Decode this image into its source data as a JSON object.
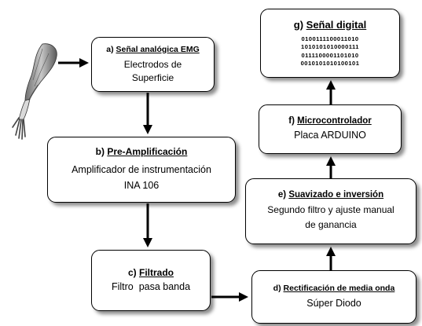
{
  "boxes": {
    "a": {
      "letter": "a)",
      "title": "Señal analógica EMG",
      "lines": [
        "Electrodos de",
        "Superficie"
      ]
    },
    "b": {
      "letter": "b)",
      "title": "Pre-Amplificación",
      "lines": [
        "Amplificador de instrumentación",
        "INA 106"
      ]
    },
    "c": {
      "letter": "c)",
      "title": "Filtrado",
      "lines": [
        "Filtro  pasa banda"
      ]
    },
    "d": {
      "letter": "d)",
      "title": "Rectificación de media onda",
      "lines": [
        "Súper Diodo"
      ]
    },
    "e": {
      "letter": "e)",
      "title": "Suavizado e inversión",
      "lines": [
        "Segundo filtro y ajuste manual",
        "de ganancia"
      ]
    },
    "f": {
      "letter": "f)",
      "title": "Microcontrolador",
      "lines": [
        "Placa ARDUINO"
      ]
    },
    "g": {
      "letter": "g)",
      "title": "Señal digital",
      "lines": [
        "0100111100011010",
        "1010101010000111",
        "0111100001101010",
        "0010101010100101"
      ]
    }
  },
  "illustration": {
    "icon": "arm-muscle-icon"
  },
  "colors": {
    "box_border": "#000000",
    "arrow": "#000000",
    "background": "#ffffff"
  }
}
